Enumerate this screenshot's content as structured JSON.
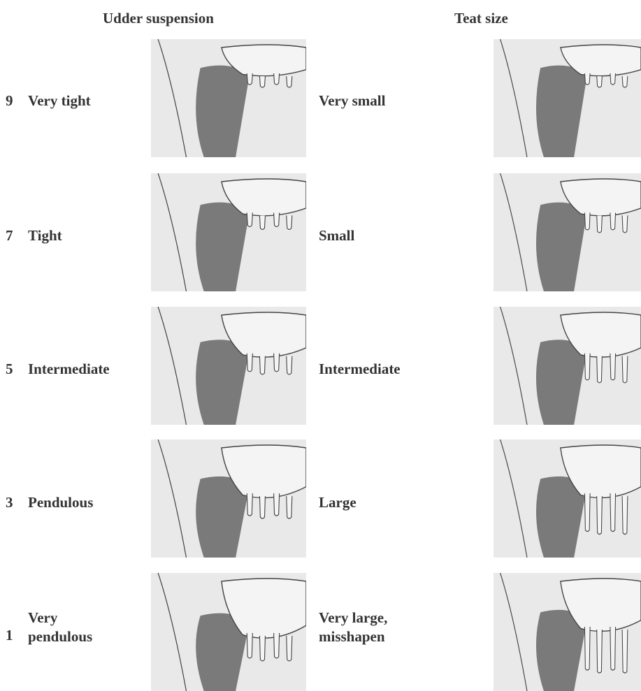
{
  "headings": {
    "udder_suspension": "Udder suspension",
    "teat_size": "Teat size"
  },
  "rows": [
    {
      "score": "9",
      "udder_label": "Very tight",
      "teat_label": "Very small",
      "udder_image": "udder-very-tight-image",
      "teat_image": "teat-very-small-image"
    },
    {
      "score": "7",
      "udder_label": "Tight",
      "teat_label": "Small",
      "udder_image": "udder-tight-image",
      "teat_image": "teat-small-image"
    },
    {
      "score": "5",
      "udder_label": "Intermediate",
      "teat_label": "Intermediate",
      "udder_image": "udder-intermediate-image",
      "teat_image": "teat-intermediate-image"
    },
    {
      "score": "3",
      "udder_label": "Pendulous",
      "teat_label": "Large",
      "udder_image": "udder-pendulous-image",
      "teat_image": "teat-large-image"
    },
    {
      "score": "1",
      "udder_label": "Very\npendulous",
      "teat_label": "Very large,\nmisshapen",
      "udder_image": "udder-very-pendulous-image",
      "teat_image": "teat-very-large-misshapen-image"
    }
  ],
  "colors": {
    "text": "#333333",
    "background": "#ffffff",
    "body_light": "#e9e9e9",
    "leg_dark": "#7a7a7a",
    "udder_fill": "#f4f4f4",
    "outline": "#444444"
  }
}
